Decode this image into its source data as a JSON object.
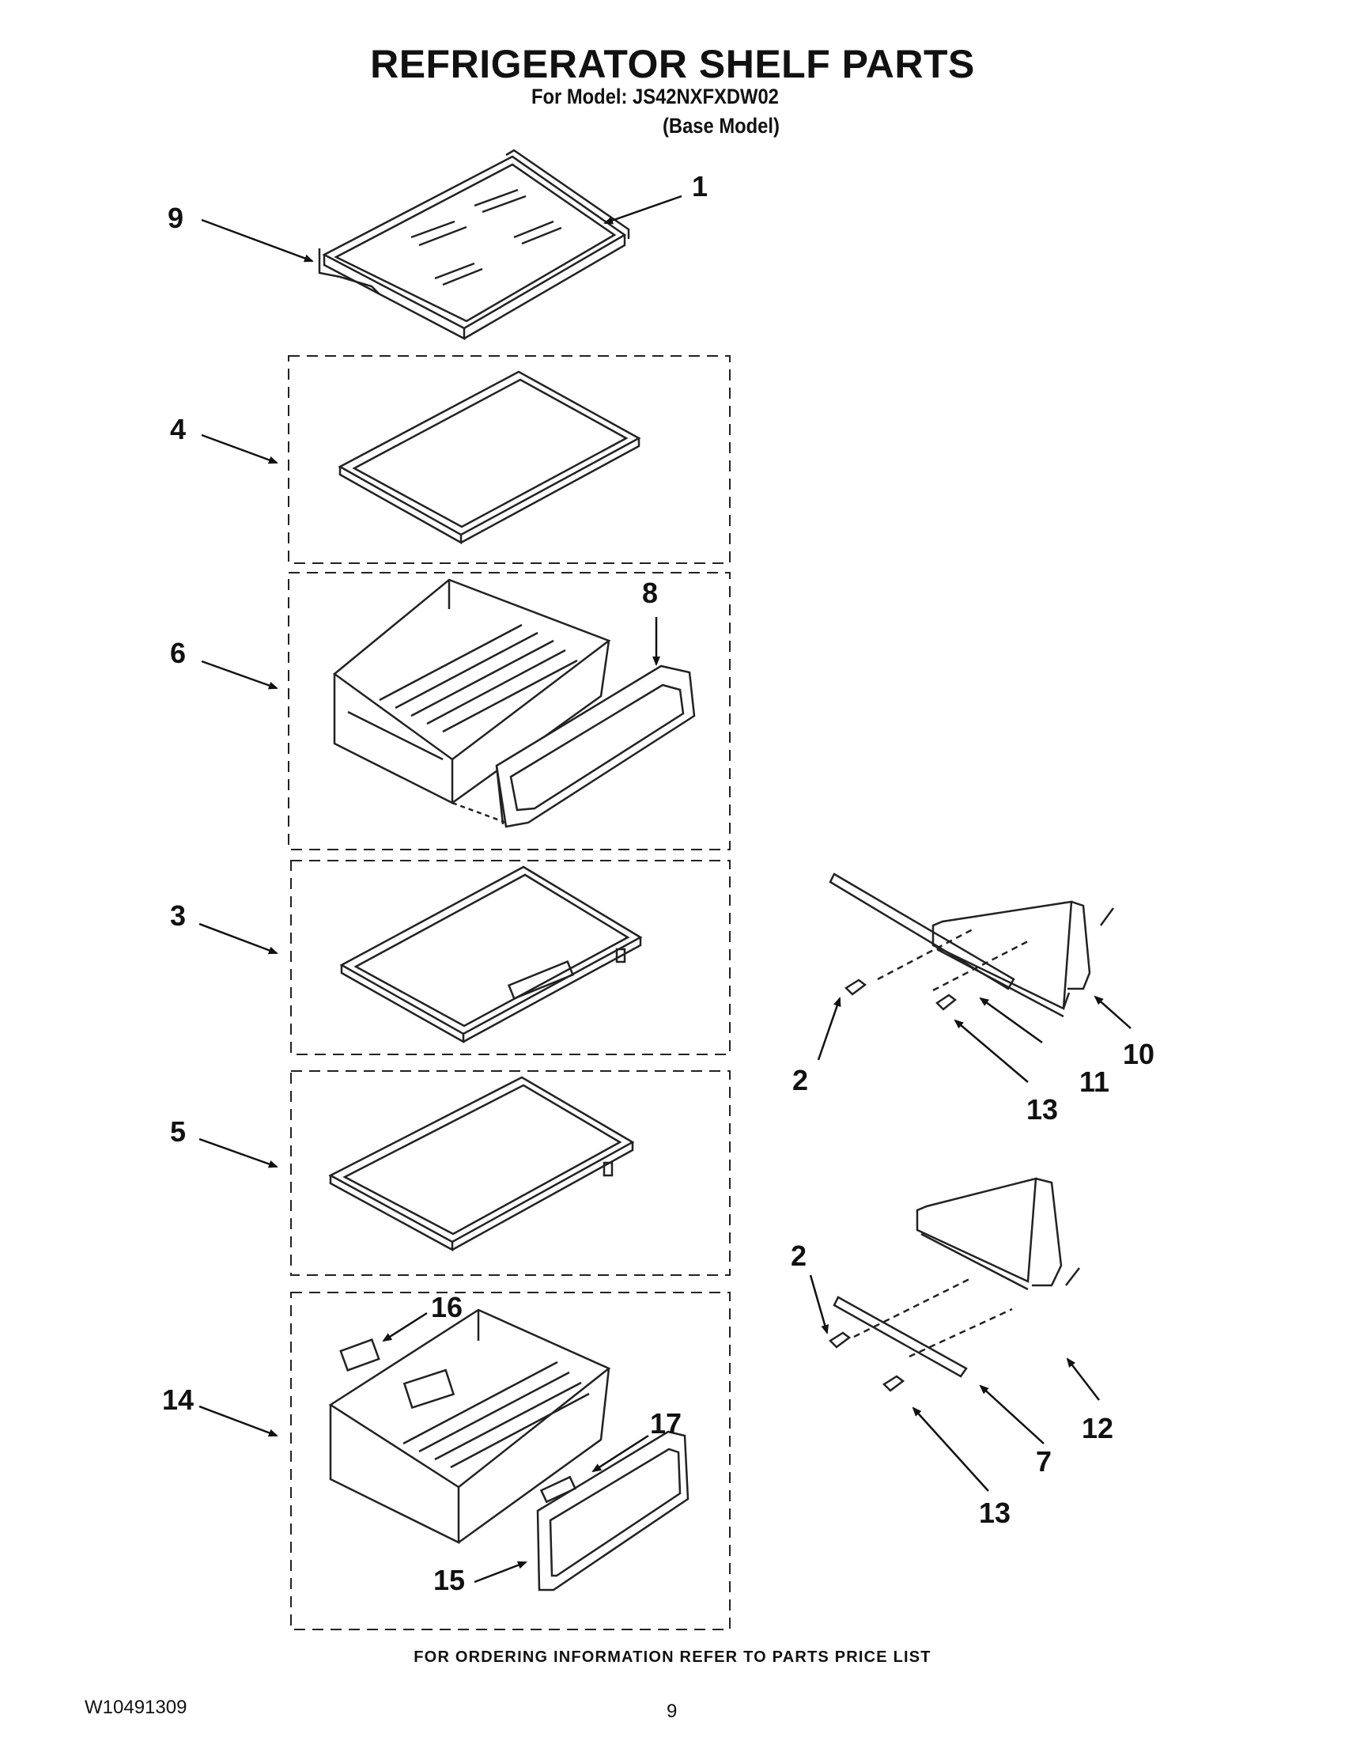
{
  "title": "REFRIGERATOR SHELF PARTS",
  "model_line": "For Model: JS42NXFXDW02",
  "base_model_line": "(Base Model)",
  "callouts": {
    "c1": "1",
    "c2a": "2",
    "c2b": "2",
    "c3": "3",
    "c4": "4",
    "c5": "5",
    "c6": "6",
    "c7": "7",
    "c8": "8",
    "c9": "9",
    "c10": "10",
    "c11": "11",
    "c12": "12",
    "c13a": "13",
    "c13b": "13",
    "c14": "14",
    "c15": "15",
    "c16": "16",
    "c17": "17"
  },
  "footer": "FOR ORDERING INFORMATION REFER TO PARTS PRICE LIST",
  "doc_number": "W10491309",
  "page_number": "9"
}
